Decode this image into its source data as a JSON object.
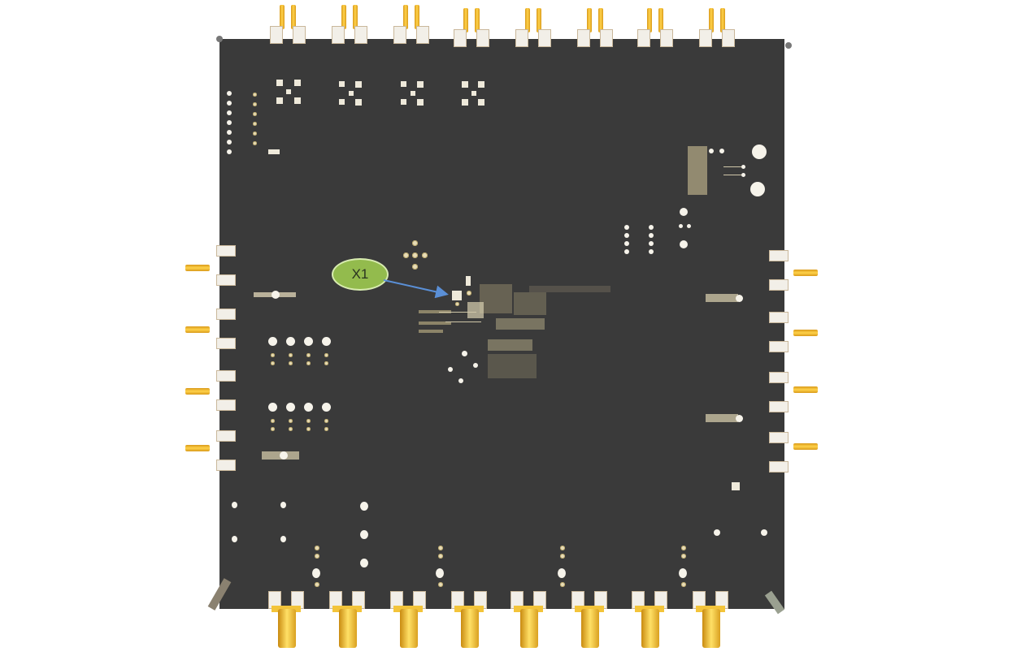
{
  "image": {
    "subject": "PCB evaluation board, bottom view with SMA connectors",
    "board_color": "#3a3a3a",
    "background_color": "#ffffff"
  },
  "annotation": {
    "label": "X1",
    "fill_color": "#93bb4d",
    "arrow_color": "#5a8fd6"
  },
  "connectors": {
    "top_count": 8,
    "bottom_count": 8,
    "left_count": 4,
    "right_count": 4,
    "color": "#f0c030"
  }
}
